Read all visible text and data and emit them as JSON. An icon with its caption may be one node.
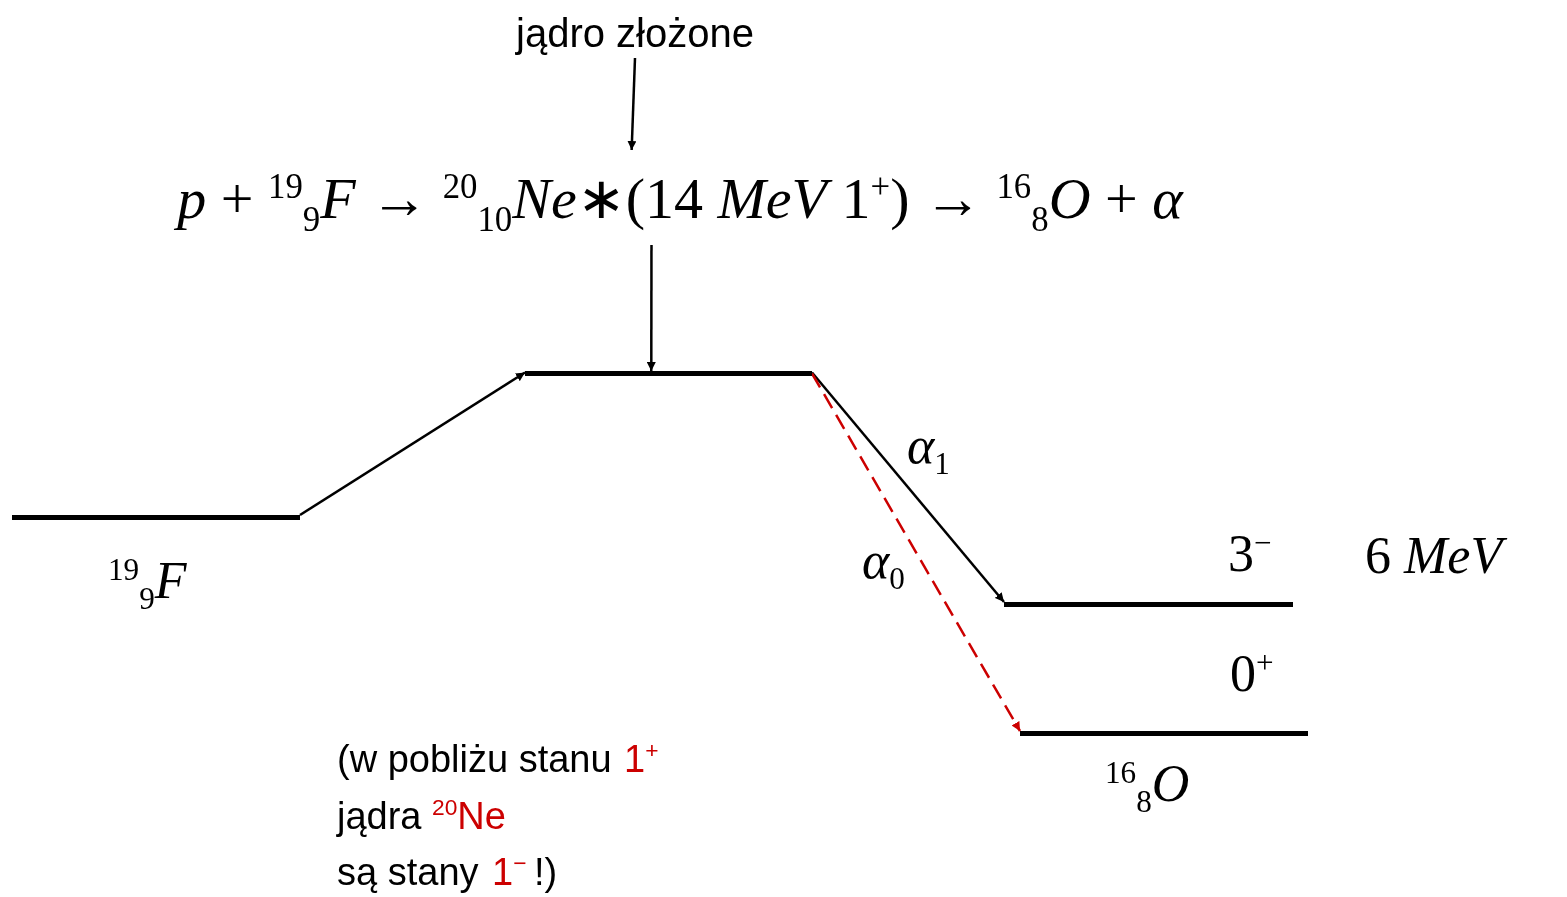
{
  "diagram": {
    "nodes": [
      {
        "text": [
          "jądro złożone"
        ]
      },
      {
        "text": [
          "*p* + $^{19}$$_{9}$*F* → $^{20}$$_{10}$*Ne*∗(14 *MeV* 1$^{+}$) → $^{16}$$_{8}$*O* + *α*"
        ]
      },
      {
        "text": [],
        "shape": "bar",
        "beside": [
          "$^{19}$$_{9}$*F*"
        ]
      },
      {
        "text": [],
        "shape": "bar"
      },
      {
        "text": [],
        "shape": "bar",
        "beside": [
          "3$^{−}$",
          "6 *MeV*"
        ]
      },
      {
        "text": [],
        "shape": "bar",
        "beside": [
          "0$^{+}$",
          "$^{16}$$_{8}$*O*"
        ]
      }
    ],
    "edges": [
      {
        "from": 0,
        "to": 1,
        "arrow": "to"
      },
      {
        "from": 1,
        "to": 3,
        "arrow": "to"
      },
      {
        "from": 2,
        "to": 3,
        "arrow": "to"
      },
      {
        "from": 3,
        "to": 4,
        "arrow": "to",
        "label": "*α*$_{1}$"
      },
      {
        "from": 3,
        "to": 5,
        "arrow": "to",
        "label": "*α*$_{0}$",
        "style": "dashed",
        "color": "#cc0000"
      }
    ],
    "labels": [
      "(w pobliżu stanu",
      "1$^{+}$",
      "jądra",
      "$^{20}$Ne",
      "są stany",
      "1$^{−}$",
      "!)"
    ]
  }
}
